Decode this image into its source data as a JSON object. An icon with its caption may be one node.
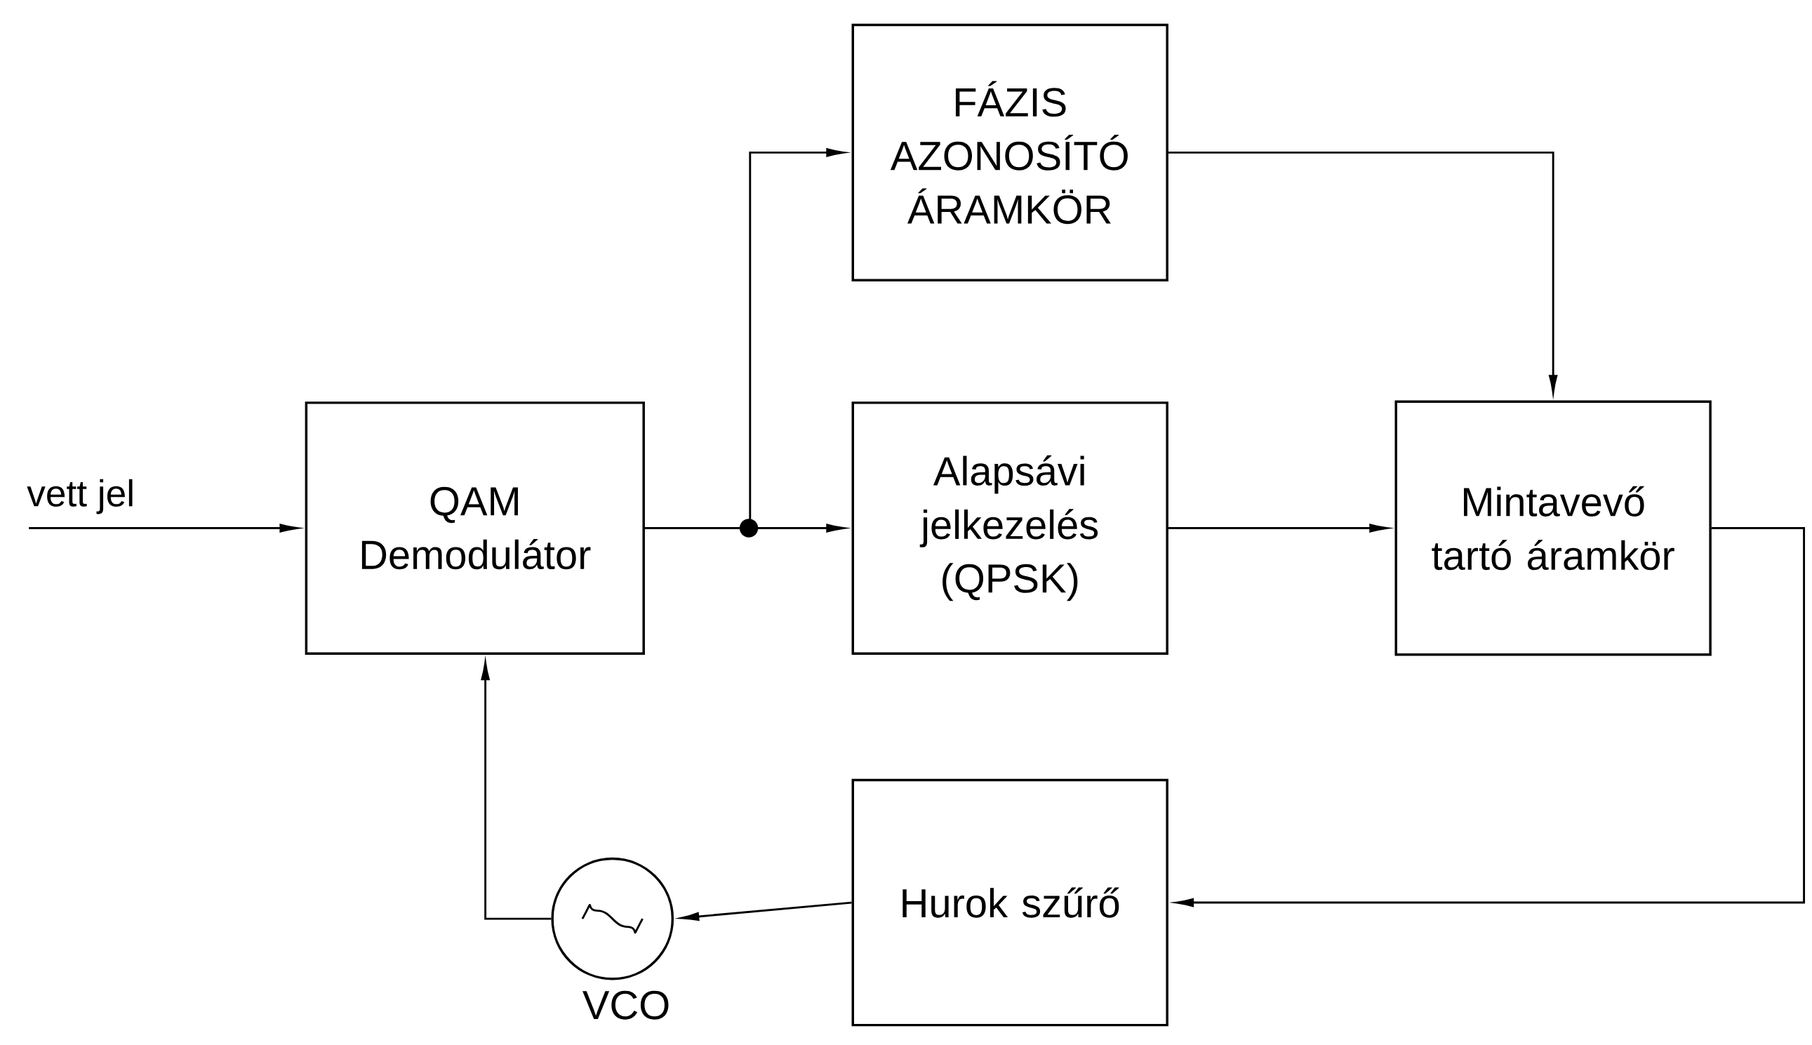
{
  "diagram": {
    "nodes": [
      {
        "text": [
          "QAM Demodulátor"
        ]
      },
      {
        "text": [
          "FÁZIS AZONOSÍTÓ ÁRAMKÖR"
        ]
      },
      {
        "text": [
          "Alapsávi jelkezelés (QPSK)"
        ]
      },
      {
        "text": [
          "Mintavevő tartó áramkör"
        ]
      },
      {
        "text": [
          "Hurok szűrő"
        ]
      },
      {
        "text": [],
        "shape": "circle",
        "beside": [
          "VCO"
        ]
      }
    ],
    "edges": [
      {
        "from": null,
        "to": 0,
        "arrow": "to",
        "label": "vett jel"
      },
      {
        "from": 0,
        "to": 1,
        "arrow": "to"
      },
      {
        "from": 0,
        "to": 2,
        "arrow": "to"
      },
      {
        "from": 1,
        "to": 3,
        "arrow": "to"
      },
      {
        "from": 2,
        "to": 3,
        "arrow": "to"
      },
      {
        "from": 3,
        "to": 4,
        "arrow": "to"
      },
      {
        "from": 4,
        "to": 5,
        "arrow": "to"
      },
      {
        "from": 5,
        "to": 0,
        "arrow": "to"
      }
    ]
  }
}
